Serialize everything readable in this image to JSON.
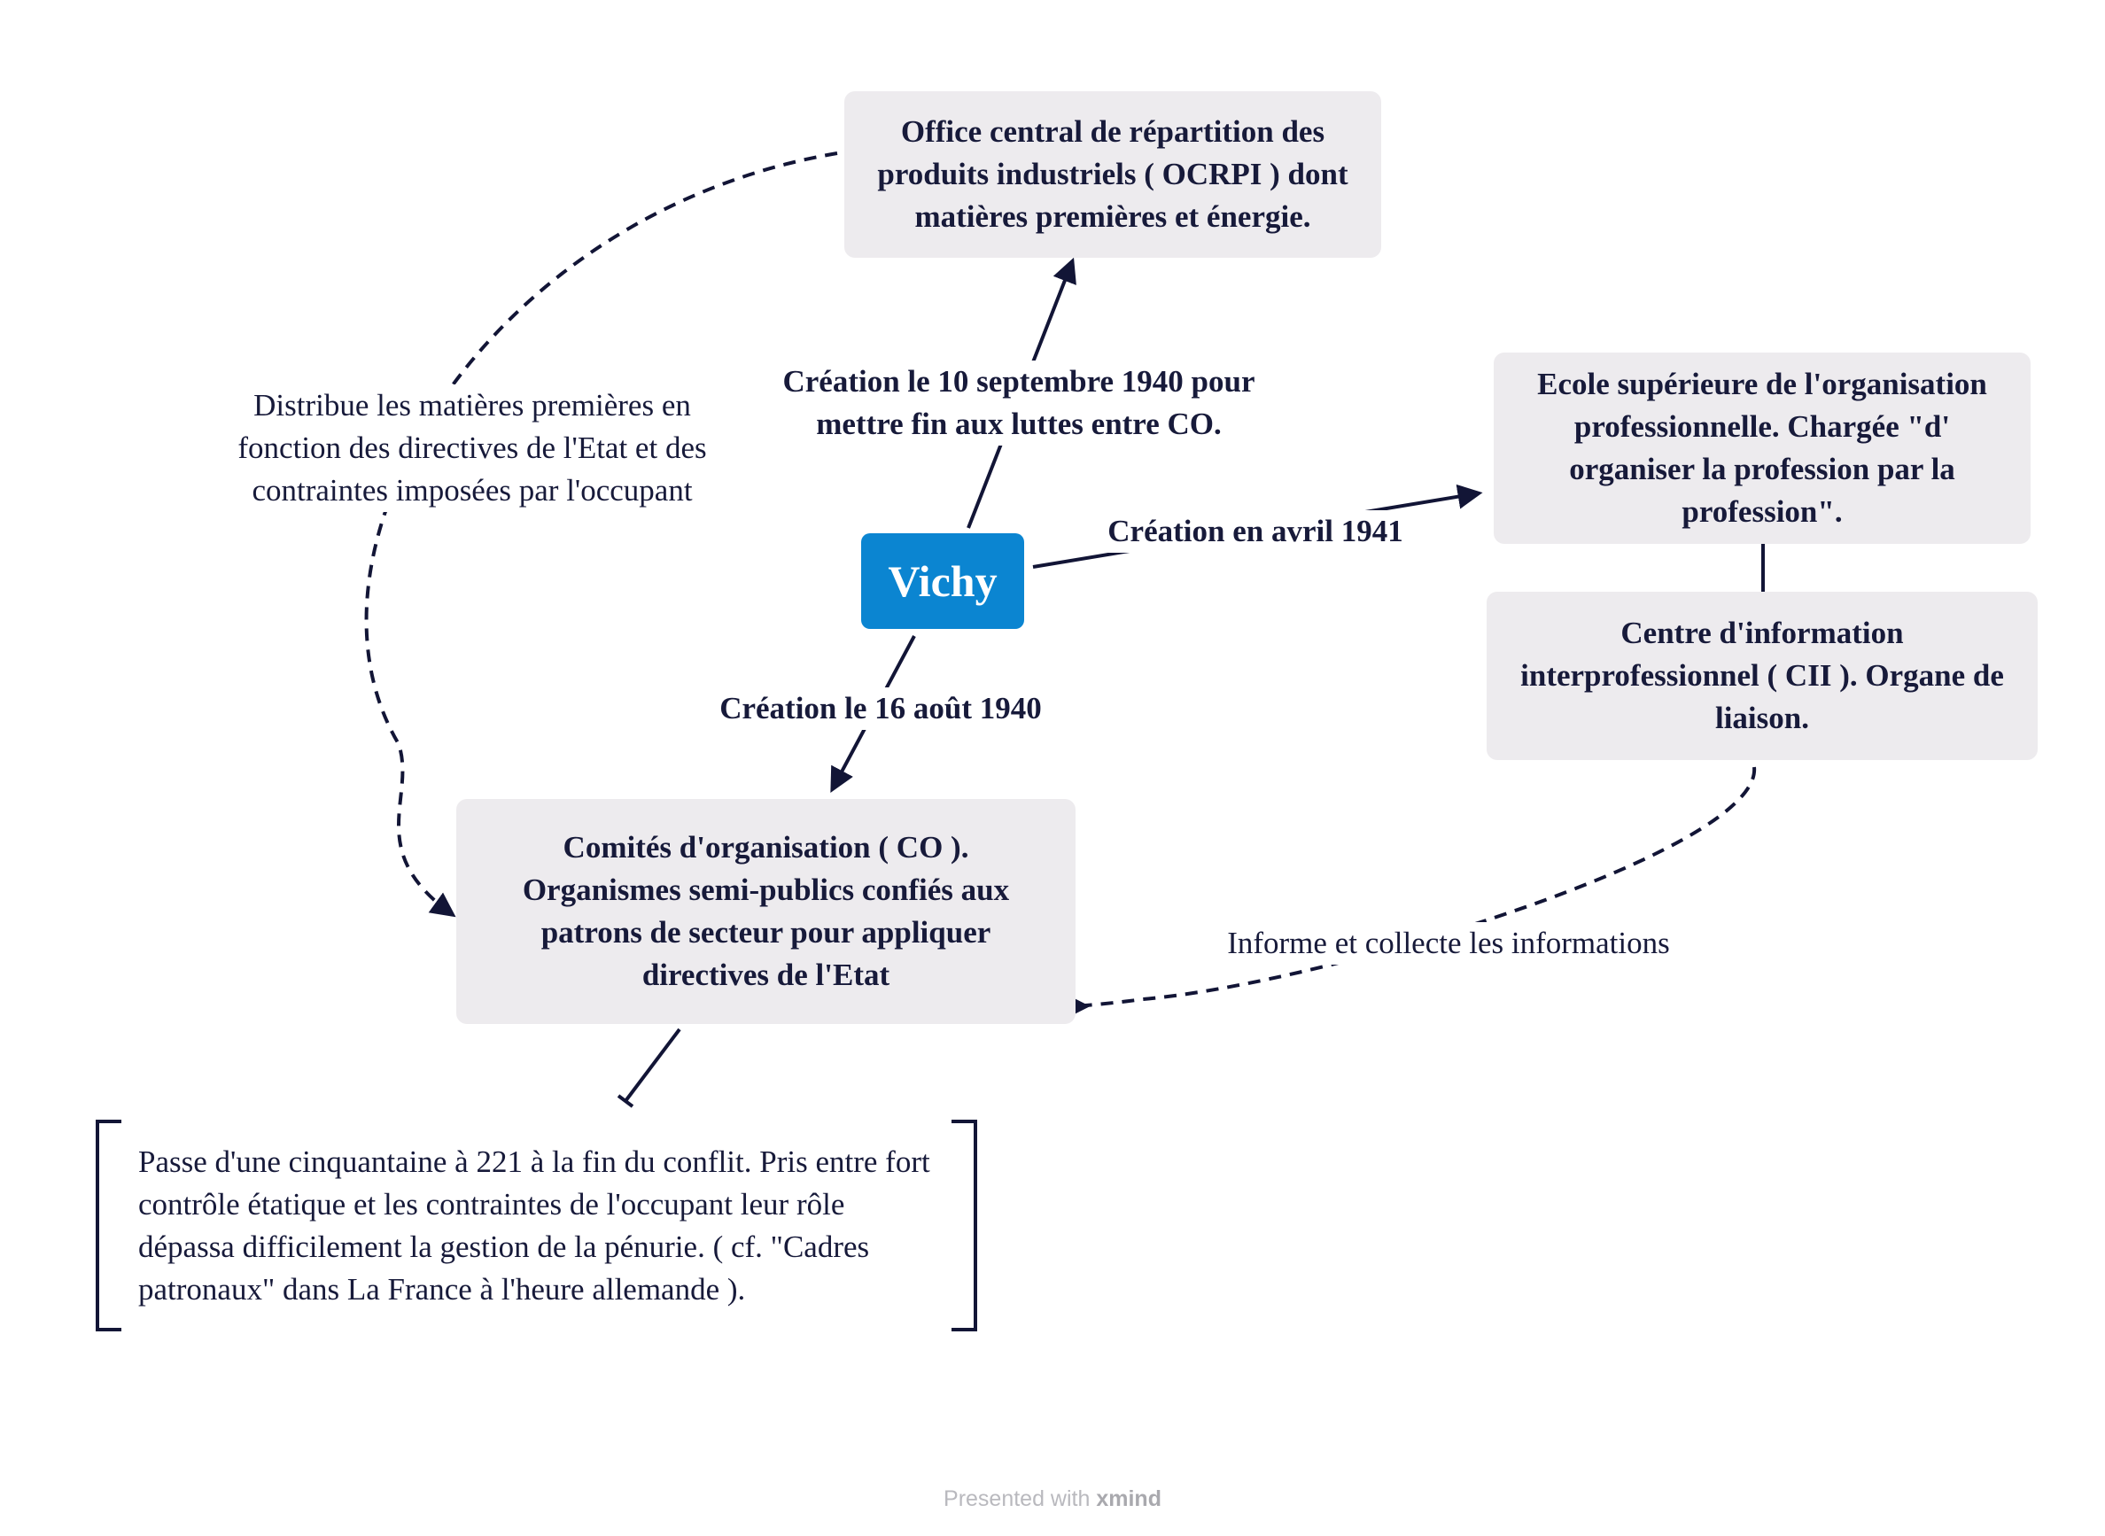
{
  "central": {
    "label": "Vichy"
  },
  "nodes": {
    "ocrpi": "Office central de répartition des produits industriels ( OCRPI ) dont matières premières et énergie.",
    "ecole": "Ecole supérieure de l'organisation professionnelle. Chargée \"d' organiser la profession par la profession\".",
    "cii": "Centre d'information interprofessionnel ( CII ). Organe de liaison.",
    "co": "Comités d'organisation ( CO ). Organismes semi-publics confiés aux patrons de secteur pour appliquer directives de l'Etat"
  },
  "links": {
    "vichy_ocrpi": "Création le 10 septembre 1940 pour mettre fin aux luttes entre CO.",
    "vichy_ecole": "Création en avril 1941",
    "vichy_co": "Création le 16 août 1940",
    "ocrpi_co": "Distribue les matières premières en fonction des directives de l'Etat et des contraintes imposées par l'occupant",
    "cii_co": "Informe et collecte les informations"
  },
  "summary": {
    "text": "Passe d'une cinquantaine à 221 à la fin du conflit. Pris entre fort contrôle étatique et les contraintes de l'occupant leur rôle dépassa difficilement la gestion de la pénurie. ( cf. \"Cadres patronaux\" dans La France à l'heure allemande )."
  },
  "footer": {
    "prefix": "Presented with",
    "brand": "xmind"
  },
  "colors": {
    "central": "#0b85d1",
    "node_bg": "#edebee",
    "line": "#121536"
  }
}
